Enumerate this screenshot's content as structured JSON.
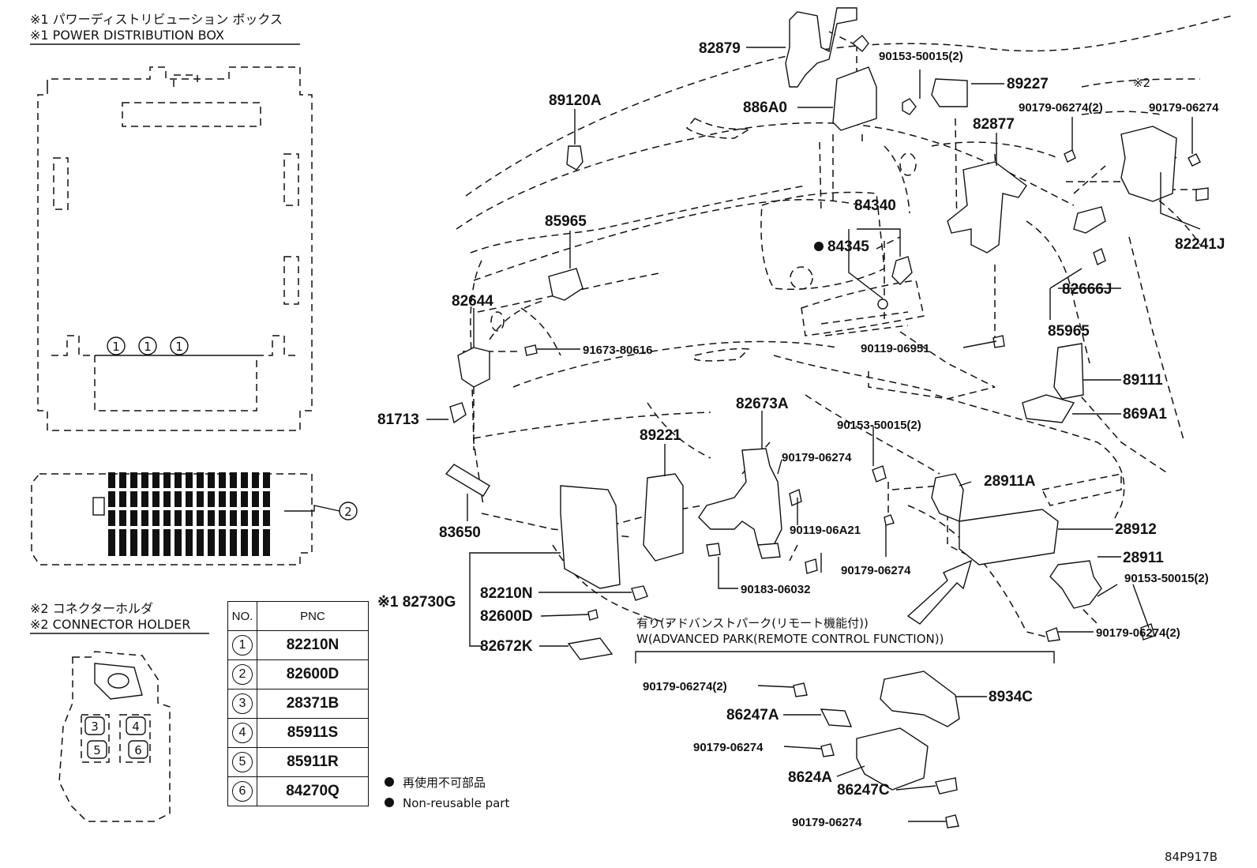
{
  "header": {
    "jp_title_1": "※1 パワーディストリビューション ボックス",
    "en_title_1": "※1 POWER DISTRIBUTION BOX",
    "jp_title_2": "※2 コネクターホルダ",
    "en_title_2": "※2 CONNECTOR HOLDER",
    "mark_2": "※2"
  },
  "pdb_callouts": [
    "1",
    "1",
    "1",
    "2"
  ],
  "holder_callouts": [
    "3",
    "4",
    "5",
    "6"
  ],
  "table": {
    "col_no": "NO.",
    "col_pnc": "PNC",
    "rows": [
      {
        "no": "1",
        "pnc": "82210N"
      },
      {
        "no": "2",
        "pnc": "82600D"
      },
      {
        "no": "3",
        "pnc": "28371B"
      },
      {
        "no": "4",
        "pnc": "85911S"
      },
      {
        "no": "5",
        "pnc": "85911R"
      },
      {
        "no": "6",
        "pnc": "84270Q"
      }
    ]
  },
  "legend": {
    "jp": "再使用不可部品",
    "en": "Non-reusable part"
  },
  "option": {
    "jp": "有り(アドバンストパーク(リモート機能付))",
    "en": "W(ADVANCED PARK(REMOTE CONTROL FUNCTION))"
  },
  "diagram_code": "84P917B",
  "labels": {
    "p82879": "82879",
    "p90153_a": "90153-50015(2)",
    "p89227": "89227",
    "p89120A": "89120A",
    "p886A0": "886A0",
    "p82877": "82877",
    "p90179_a": "90179-06274(2)",
    "p90179_b": "90179-06274",
    "p85965_a": "85965",
    "p84340": "84340",
    "p84345": "84345",
    "p82241J": "82241J",
    "p82666J": "82666J",
    "p85965_b": "85965",
    "p82644": "82644",
    "p91673": "91673-80616",
    "p90119_a": "90119-06951",
    "p89111": "89111",
    "p81713": "81713",
    "p869A1": "869A1",
    "p82673A": "82673A",
    "p90153_b": "90153-50015(2)",
    "p89221": "89221",
    "p90179_c": "90179-06274",
    "p28911A": "28911A",
    "p83650": "83650",
    "p90119_b": "90119-06A21",
    "p28912": "28912",
    "p28911": "28911",
    "p90179_d": "90179-06274",
    "p90153_c": "90153-50015(2)",
    "p90183": "90183-06032",
    "p82730G": "※1 82730G",
    "p82210N": "82210N",
    "p82600D": "82600D",
    "p82672K": "82672K",
    "p90179_e": "90179-06274(2)",
    "p90179_f": "90179-06274(2)",
    "p8934C": "8934C",
    "p86247A": "86247A",
    "p90179_g": "90179-06274",
    "p8624A": "8624A",
    "p86247C": "86247C",
    "p90179_h": "90179-06274"
  }
}
